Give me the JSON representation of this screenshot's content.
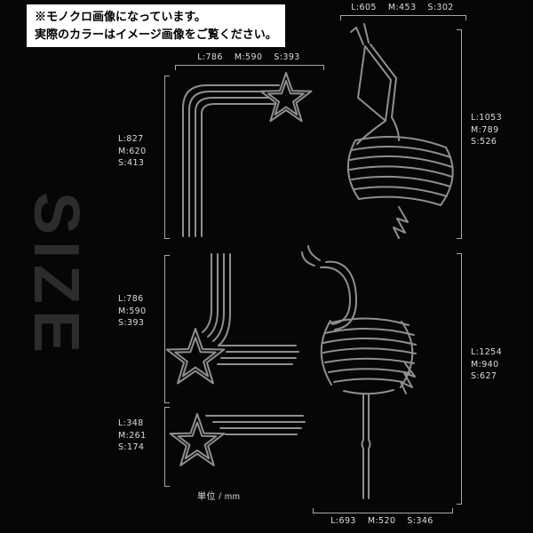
{
  "colors": {
    "background": "#060606",
    "line_art": "#8f8f8f",
    "label_text": "#dcdcdc",
    "bracket": "#a8a8a8",
    "watermark": "#2c2c2c",
    "notice_bg": "#ffffff",
    "notice_text": "#000000"
  },
  "notice": {
    "line1": "※モノクロ画像になっています。",
    "line2": "実際のカラーはイメージ画像をご覧ください。"
  },
  "watermark": "SIZE",
  "unit_label": "単位 / mm",
  "measurements": [
    {
      "target": "preening-flamingo-width",
      "l": "L:605",
      "m": "M:453",
      "s": "S:302"
    },
    {
      "target": "corner-shooting-star-width",
      "l": "L:786",
      "m": "M:590",
      "s": "S:393"
    },
    {
      "target": "corner-shooting-star-height",
      "l": "L:827",
      "m": "M:620",
      "s": "S:413"
    },
    {
      "target": "preening-flamingo-height",
      "l": "L:1053",
      "m": "M:789",
      "s": "S:526"
    },
    {
      "target": "falling-shooting-star-height",
      "l": "L:786",
      "m": "M:590",
      "s": "S:393"
    },
    {
      "target": "standing-flamingo-height",
      "l": "L:1254",
      "m": "M:940",
      "s": "S:627"
    },
    {
      "target": "small-shooting-star-height",
      "l": "L:348",
      "m": "M:261",
      "s": "S:174"
    },
    {
      "target": "standing-flamingo-width",
      "l": "L:693",
      "m": "M:520",
      "s": "S:346"
    }
  ]
}
